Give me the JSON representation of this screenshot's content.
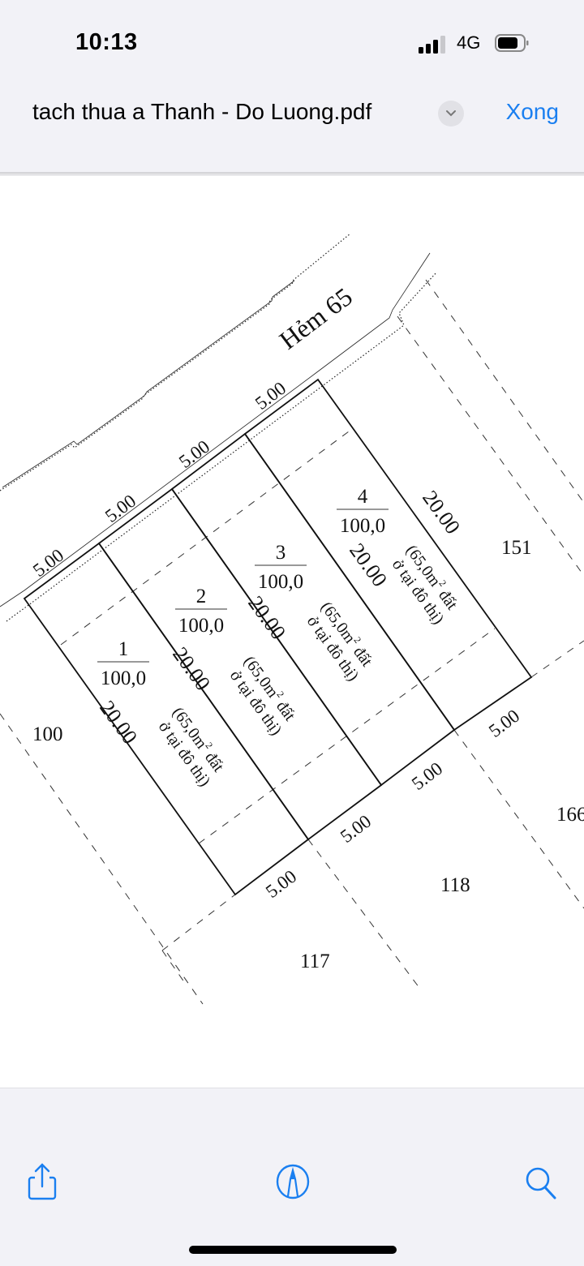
{
  "status_bar": {
    "time": "10:13",
    "network": "4G",
    "signal_bars": 3,
    "signal_max": 4,
    "battery_level": 0.75
  },
  "nav": {
    "title": "tach thua a Thanh - Do Luong.pdf",
    "done_label": "Xong",
    "accent": "#1a7ff0"
  },
  "document": {
    "road_label": "Hẻm 65",
    "plots": [
      {
        "number": "1",
        "area": "100,0",
        "front": "5.00",
        "back": "5.00",
        "side": "20.00",
        "note_line1": "(65,0m",
        "note_sup": "2",
        "note_line1b": " đất",
        "note_line2": "ở tại đô thị)"
      },
      {
        "number": "2",
        "area": "100,0",
        "front": "5.00",
        "back": "5.00",
        "side": "20.00",
        "note_line1": "(65,0m",
        "note_sup": "2",
        "note_line1b": " đất",
        "note_line2": "ở tại đô thị)"
      },
      {
        "number": "3",
        "area": "100,0",
        "front": "5.00",
        "back": "5.00",
        "side": "20.00",
        "note_line1": "(65,0m",
        "note_sup": "2",
        "note_line1b": " đất",
        "note_line2": "ở tại đô thị)"
      },
      {
        "number": "4",
        "area": "100,0",
        "front": "5.00",
        "back": "5.00",
        "side": "20.00",
        "note_line1": "(65,0m",
        "note_sup": "2",
        "note_line1b": " đất",
        "note_line2": "ở tại đô thị)"
      }
    ],
    "last_side": "20.00",
    "neighbors": [
      "100",
      "151",
      "117",
      "118",
      "166"
    ]
  },
  "toolbar": {
    "share": "share-icon",
    "markup": "markup-icon",
    "search": "search-icon"
  }
}
